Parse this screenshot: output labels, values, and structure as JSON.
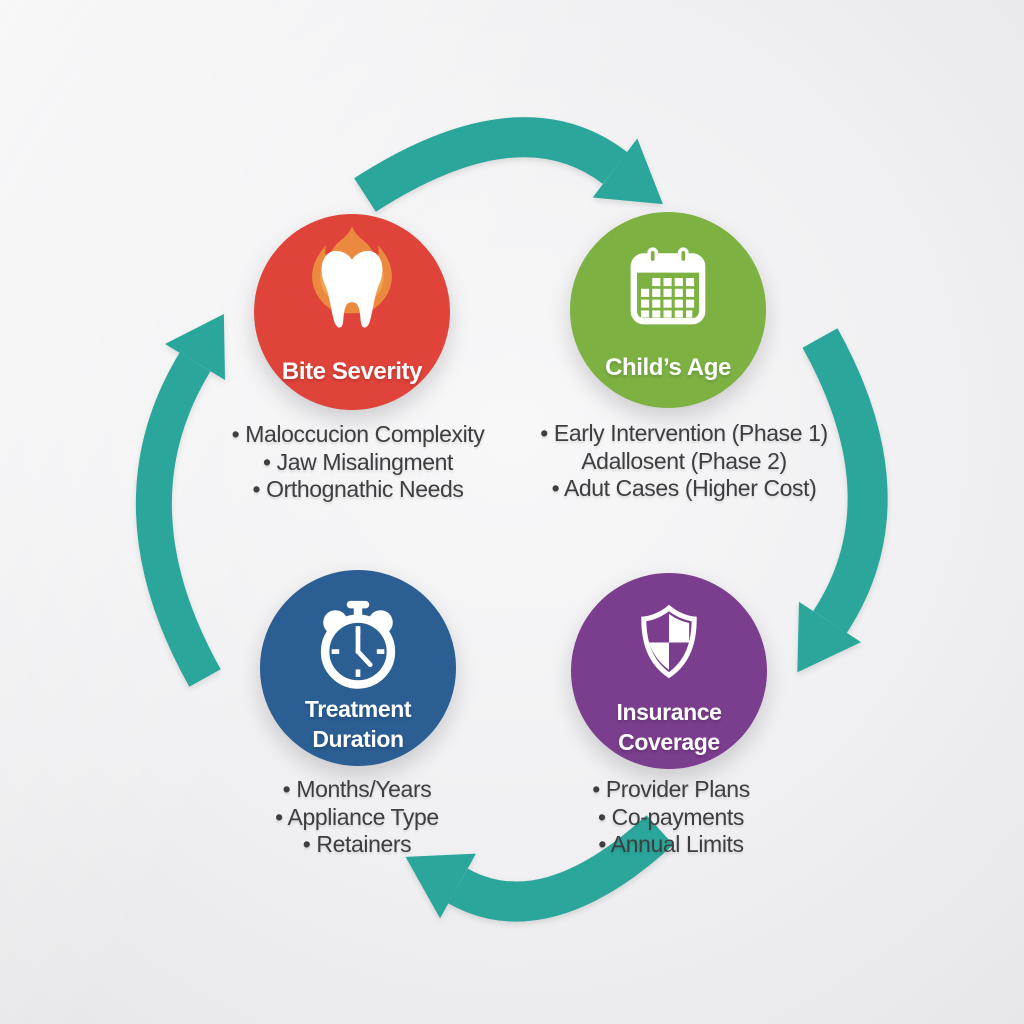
{
  "diagram": {
    "background_color": "#f0f0f2",
    "arrow_color": "#2AA69B",
    "text_color": "#3E3E40",
    "icon_colors": {
      "flame": "#EB8A3E",
      "flame_accent": "#F2A24E"
    },
    "nodes": [
      {
        "name": "bite-severity",
        "title_lines": [
          "Bite Severity"
        ],
        "circle_color": "#E0433A",
        "icon": "flaming-tooth-icon",
        "bullets": [
          "• Maloccucion Complexity",
          "• Jaw Misalingment",
          "• Orthognathic Needs"
        ]
      },
      {
        "name": "childs-age",
        "title_lines": [
          "Child’s Age"
        ],
        "circle_color": "#7DB243",
        "icon": "calendar-icon",
        "bullets": [
          "• Early Intervention (Phase 1)",
          "Adallosent (Phase 2)",
          "• Adut Cases (Higher Cost)"
        ]
      },
      {
        "name": "treatment-duration",
        "title_lines": [
          "Treatment",
          "Duration"
        ],
        "circle_color": "#2B5E93",
        "icon": "stopwatch-icon",
        "bullets": [
          "• Months/Years",
          "• Appliance Type",
          "• Retainers"
        ]
      },
      {
        "name": "insurance-coverage",
        "title_lines": [
          "Insurance",
          "Coverage"
        ],
        "circle_color": "#7B3D8D",
        "icon": "shield-icon",
        "bullets": [
          "• Provider Plans",
          "• Co-payments",
          "• Annual Limits"
        ]
      }
    ]
  }
}
